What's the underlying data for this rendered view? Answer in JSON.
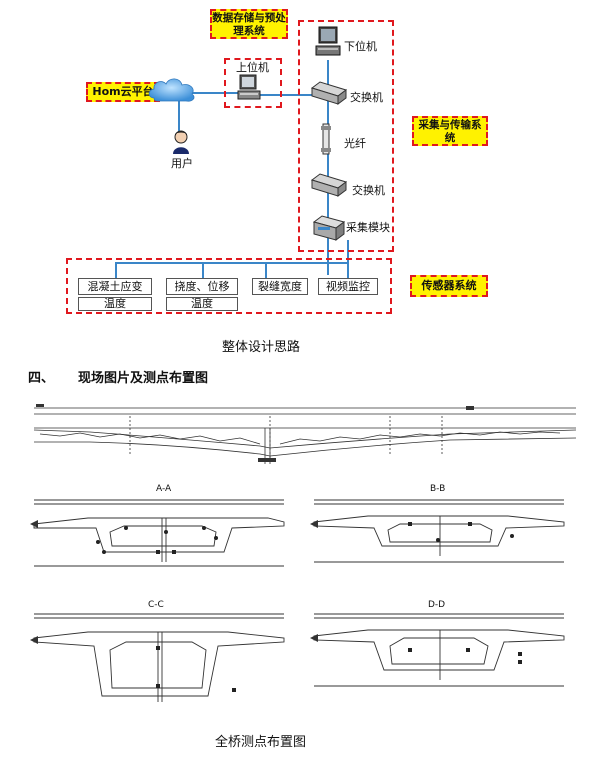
{
  "diagram": {
    "labels": {
      "data_storage": "数据存储与预处理系统",
      "acquisition": "采集与传输系统",
      "sensor_system": "传感器系统",
      "cloud": "Hom云平台"
    },
    "nodes": {
      "host_pc": "上位机",
      "user": "用户",
      "lower_pc": "下位机",
      "switch1": "交换机",
      "fiber": "光纤",
      "switch2": "交换机",
      "module": "采集模块"
    },
    "sensors": [
      "混凝土应变",
      "挠度、位移",
      "裂缝宽度",
      "视频监控",
      "温度",
      "温度"
    ],
    "caption": "整体设计思路"
  },
  "section_heading": {
    "number": "四、",
    "title": "现场图片及测点布置图"
  },
  "drawing": {
    "sections": [
      "A-A",
      "B-B",
      "C-C",
      "D-D"
    ],
    "caption": "全桥测点布置图"
  },
  "colors": {
    "dash_red": "#e0181e",
    "label_yellow": "#fff200",
    "link_blue": "#3a86c8"
  }
}
